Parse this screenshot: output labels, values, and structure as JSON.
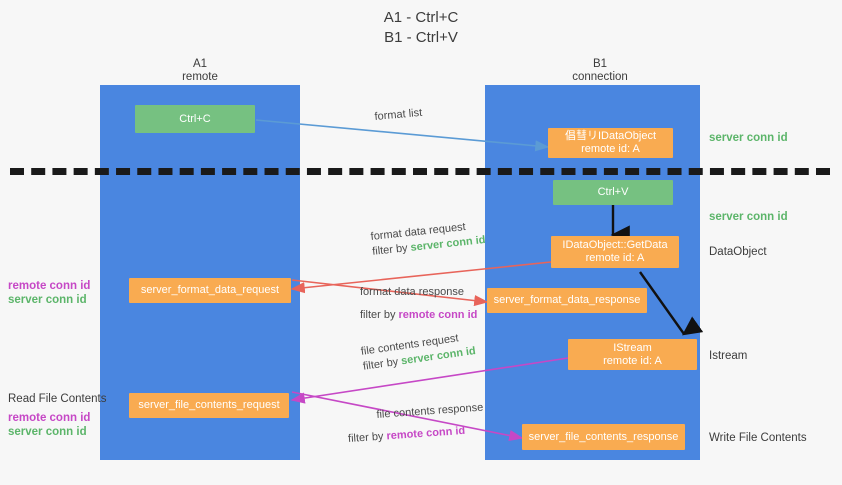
{
  "title_lines": [
    "A1 - Ctrl+C",
    "B1 - Ctrl+V"
  ],
  "colors": {
    "lane": "#4a86e0",
    "green_box": "#76c181",
    "orange_box": "#f9ab51",
    "server_conn_id": "#5cb56a",
    "remote_conn_id": "#c648c6",
    "divider": "#1a1a1a",
    "arrow_blue": "#5b9bd5",
    "arrow_red": "#e8645a",
    "arrow_magenta": "#c648c6",
    "arrow_black": "#111111"
  },
  "columns": {
    "a1": {
      "name": "A1",
      "sub": "remote"
    },
    "b1": {
      "name": "B1",
      "sub": "connection"
    }
  },
  "boxes": {
    "ctrl_c": {
      "label": "Ctrl+C"
    },
    "ctrl_v": {
      "label": "Ctrl+V"
    },
    "idataobject": {
      "line1": "倡彗リIDataObject",
      "line2": "remote id: A"
    },
    "getdata": {
      "line1": "IDataObject::GetData",
      "line2": "remote id: A"
    },
    "istream": {
      "line1": "IStream",
      "line2": "remote id: A"
    },
    "format_data_request": {
      "label": "server_format_data_request"
    },
    "format_data_response": {
      "label": "server_format_data_response"
    },
    "file_contents_request": {
      "label": "server_file_contents_request"
    },
    "file_contents_response": {
      "label": "server_file_contents_response"
    }
  },
  "right_labels": {
    "server_conn_id_top": "server conn id",
    "server_conn_id_mid": "server conn id",
    "dataobject": "DataObject",
    "istream": "Istream",
    "write_file_contents": "Write File Contents"
  },
  "left_labels": {
    "remote_conn_id_mid": "remote conn id",
    "server_conn_id_mid": "server conn id",
    "read_file_contents": "Read File Contents",
    "remote_conn_id_bottom": "remote conn id",
    "server_conn_id_bottom": "server conn id"
  },
  "annotations": {
    "format_list": "format list",
    "format_data_request": "format data request",
    "format_data_request_filter_prefix": "filter by ",
    "format_data_request_filter_value": "server conn id",
    "format_data_response": "format data response",
    "format_data_response_filter_prefix": "filter by ",
    "format_data_response_filter_value": "remote conn id",
    "file_contents_request": "file contents request",
    "file_contents_request_filter_prefix": "filter by ",
    "file_contents_request_filter_value": "server conn id",
    "file_contents_response": "file contents response",
    "file_contents_response_filter_prefix": "filter by ",
    "file_contents_response_filter_value": "remote conn id"
  }
}
